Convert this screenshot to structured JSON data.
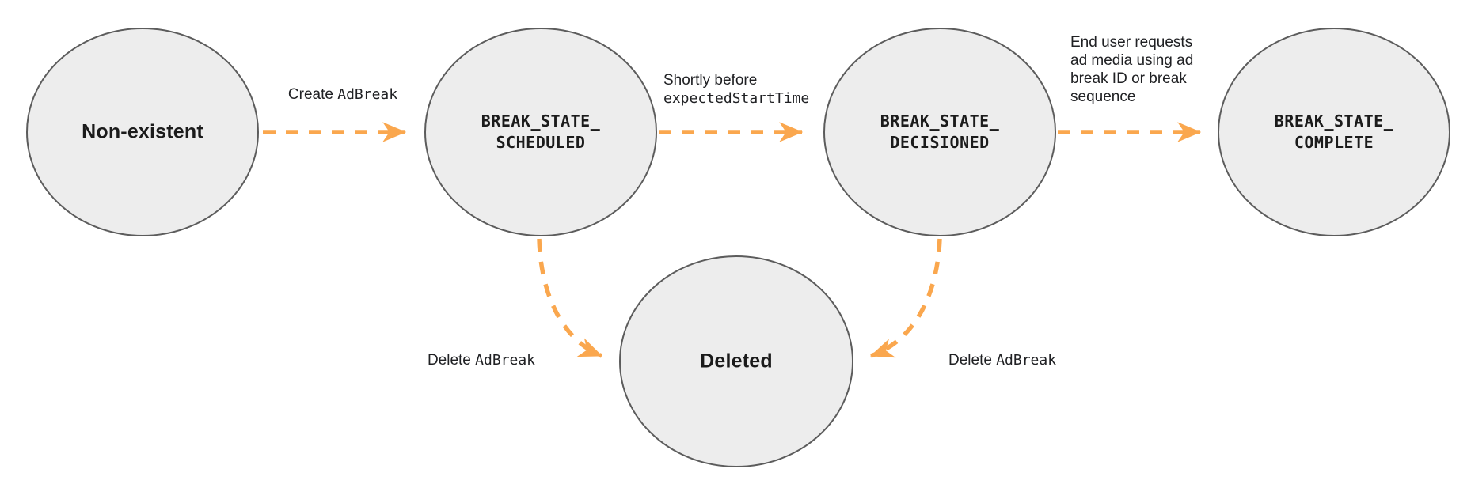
{
  "diagram": {
    "kind": "state-diagram",
    "colors": {
      "background": "#ffffff",
      "node_fill": "#ededed",
      "node_border": "#5c5c5c",
      "arrow": "#faa74e",
      "text": "#202124"
    },
    "states": [
      {
        "id": "non-existent",
        "label": "Non-existent"
      },
      {
        "id": "break-state-scheduled",
        "line1": "BREAK_STATE_",
        "line2": "SCHEDULED"
      },
      {
        "id": "break-state-decisioned",
        "line1": "BREAK_STATE_",
        "line2": "DECISIONED"
      },
      {
        "id": "break-state-complete",
        "line1": "BREAK_STATE_",
        "line2": "COMPLETE"
      },
      {
        "id": "deleted",
        "label": "Deleted"
      }
    ],
    "transitions": [
      {
        "from": "non-existent",
        "to": "break-state-scheduled",
        "label_plain": "Create ",
        "label_code": "AdBreak"
      },
      {
        "from": "break-state-scheduled",
        "to": "break-state-decisioned",
        "line1_plain": "Shortly before",
        "line2_code": "expectedStartTime"
      },
      {
        "from": "break-state-decisioned",
        "to": "break-state-complete",
        "label": "End user requests\nad media using ad\nbreak ID or break\nsequence"
      },
      {
        "from": "break-state-scheduled",
        "to": "deleted",
        "label_plain": "Delete ",
        "label_code": "AdBreak"
      },
      {
        "from": "break-state-decisioned",
        "to": "deleted",
        "label_plain": "Delete ",
        "label_code": "AdBreak"
      }
    ]
  }
}
